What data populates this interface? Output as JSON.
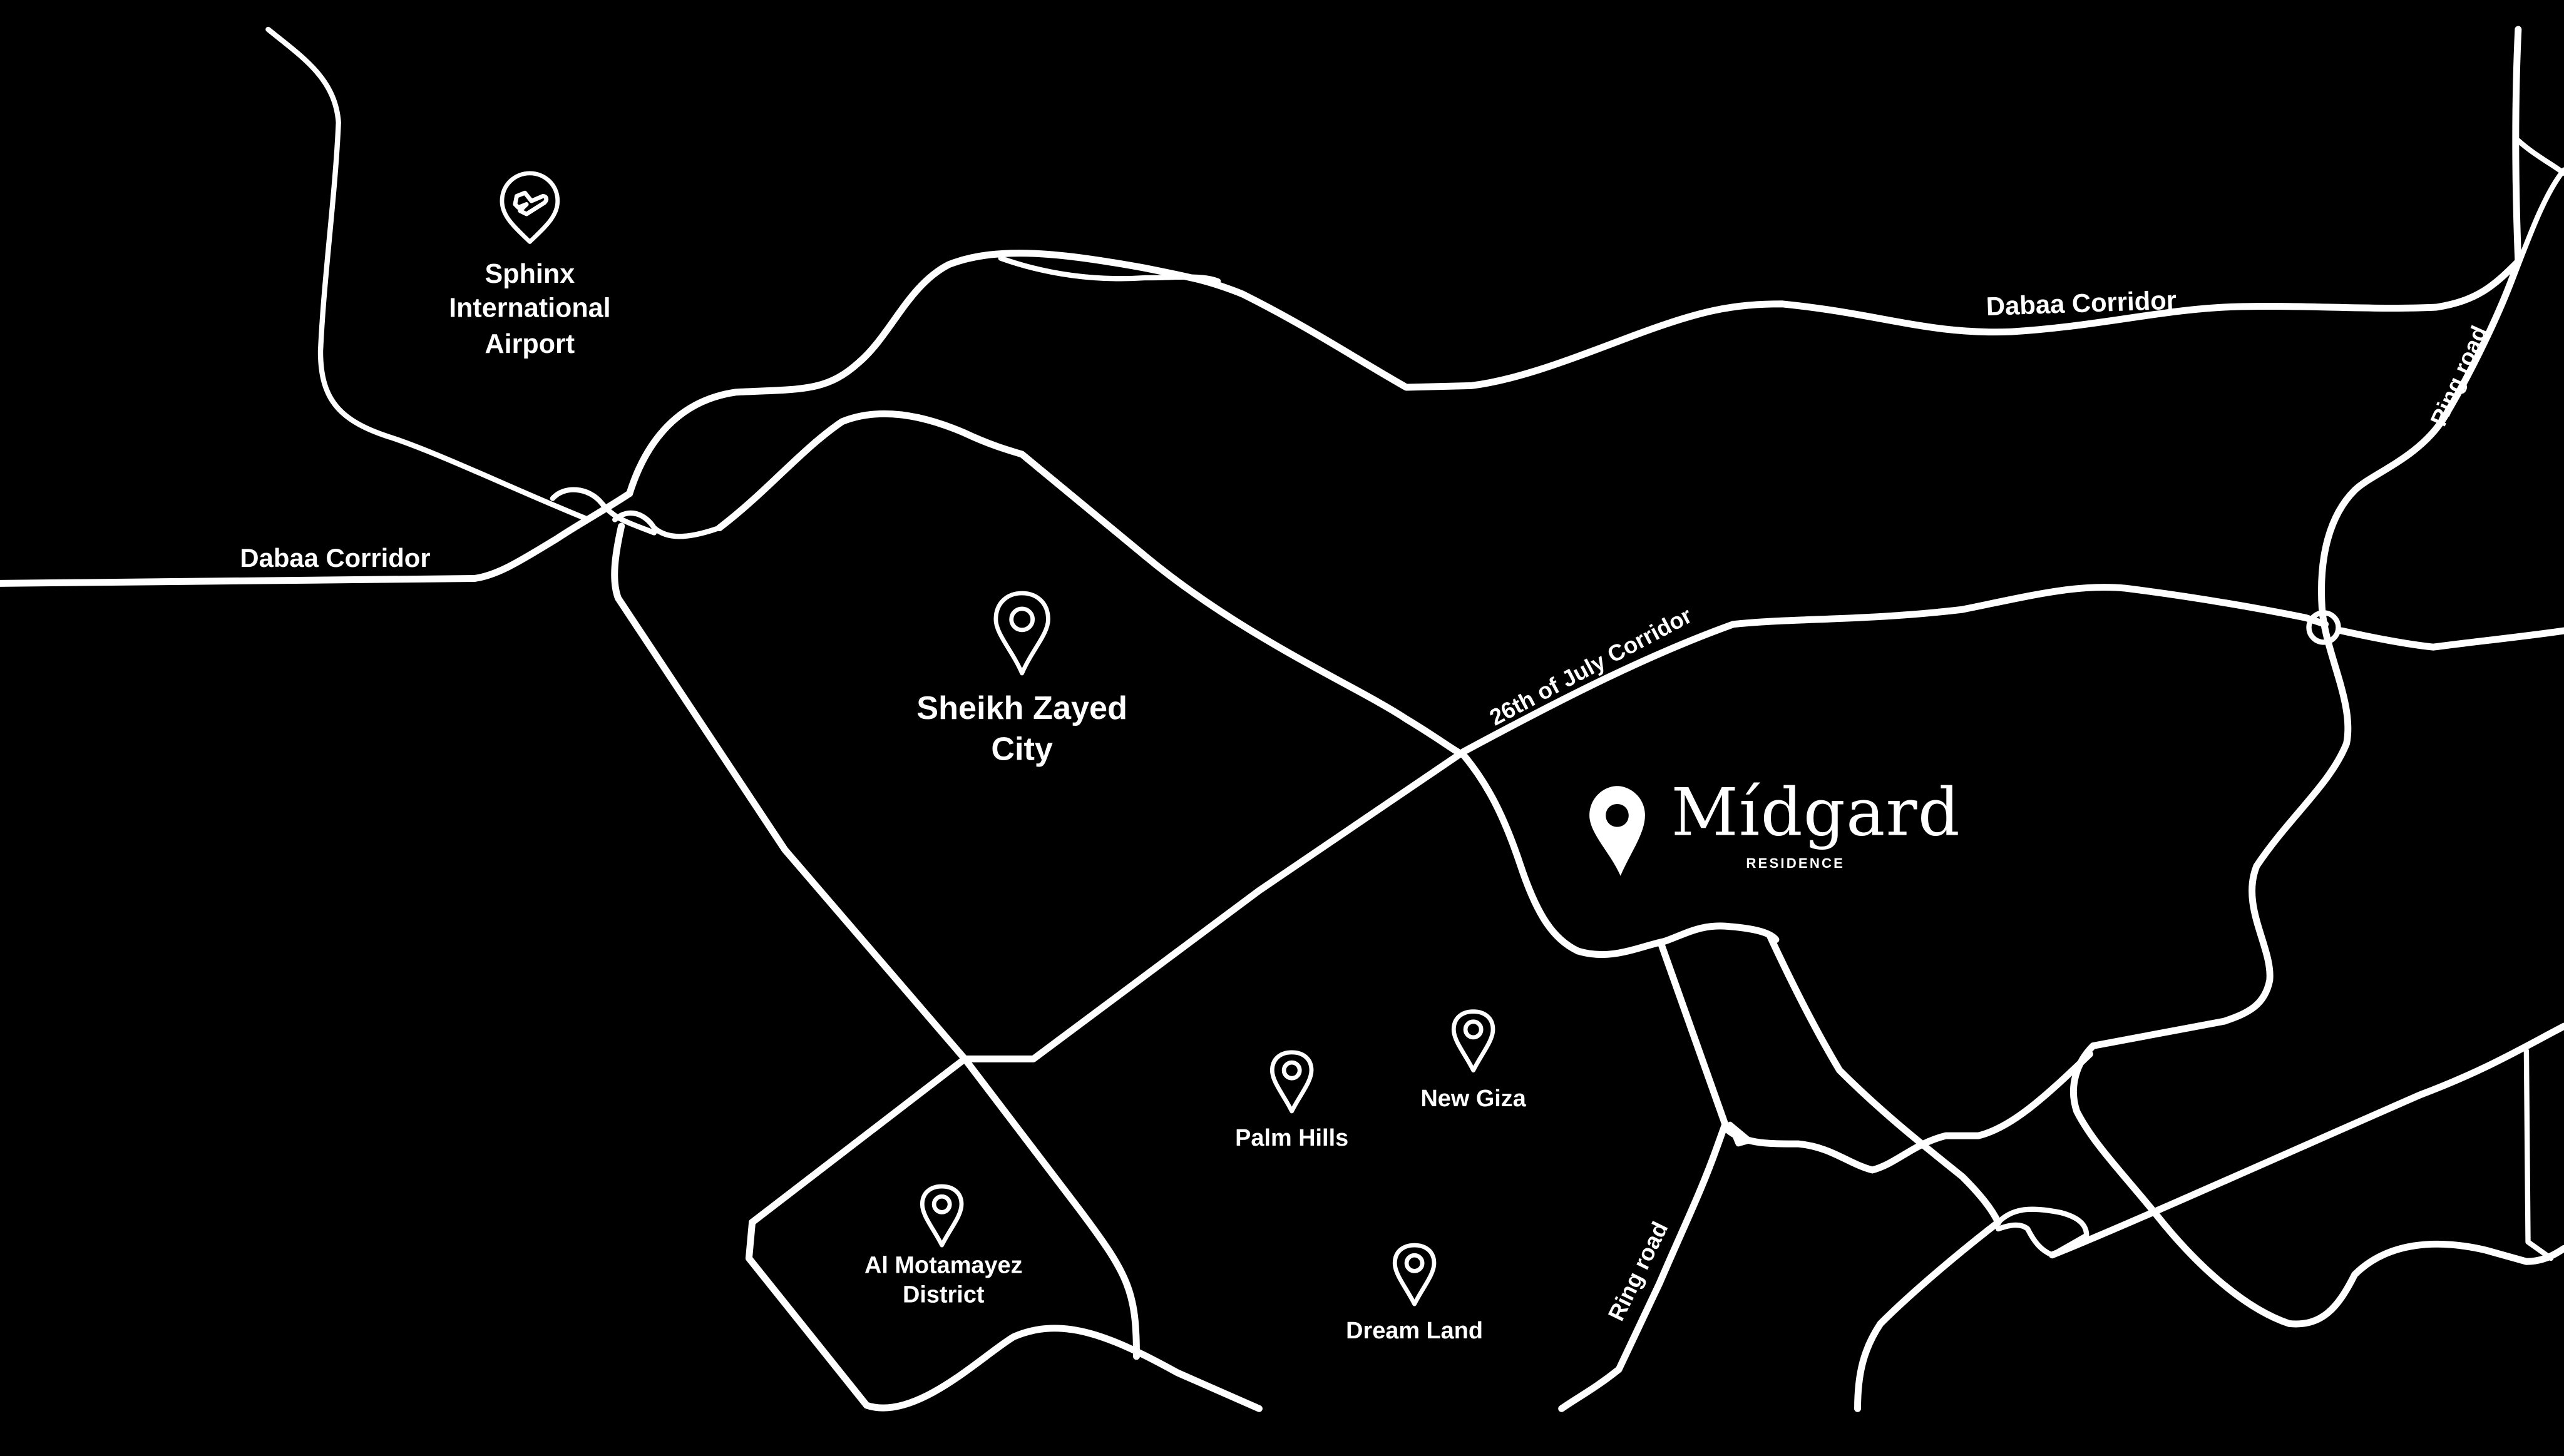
{
  "map": {
    "background": "#000000",
    "road_color": "#ffffff",
    "roads": {
      "dabaa_west": "Dabaa Corridor",
      "dabaa_east": "Dabaa Corridor",
      "july26": "26th of July Corridor",
      "ring_north": "Ring road",
      "ring_south": "Ring road"
    },
    "places": {
      "airport": {
        "line1": "Sphinx",
        "line2": "International",
        "line3": "Airport",
        "icon": "airplane-pin-icon"
      },
      "sheikh_zayed": {
        "line1": "Sheikh Zayed",
        "line2": "City",
        "icon": "map-pin-icon"
      },
      "palm_hills": {
        "label": "Palm Hills",
        "icon": "map-pin-icon"
      },
      "new_giza": {
        "label": "New Giza",
        "icon": "map-pin-icon"
      },
      "al_motamayez": {
        "line1": "Al Motamayez",
        "line2": "District",
        "icon": "map-pin-icon"
      },
      "dream_land": {
        "label": "Dream Land",
        "icon": "map-pin-icon"
      }
    },
    "project": {
      "name": "Mídgard",
      "subtitle": "RESIDENCE",
      "icon": "solid-map-pin-icon"
    }
  }
}
